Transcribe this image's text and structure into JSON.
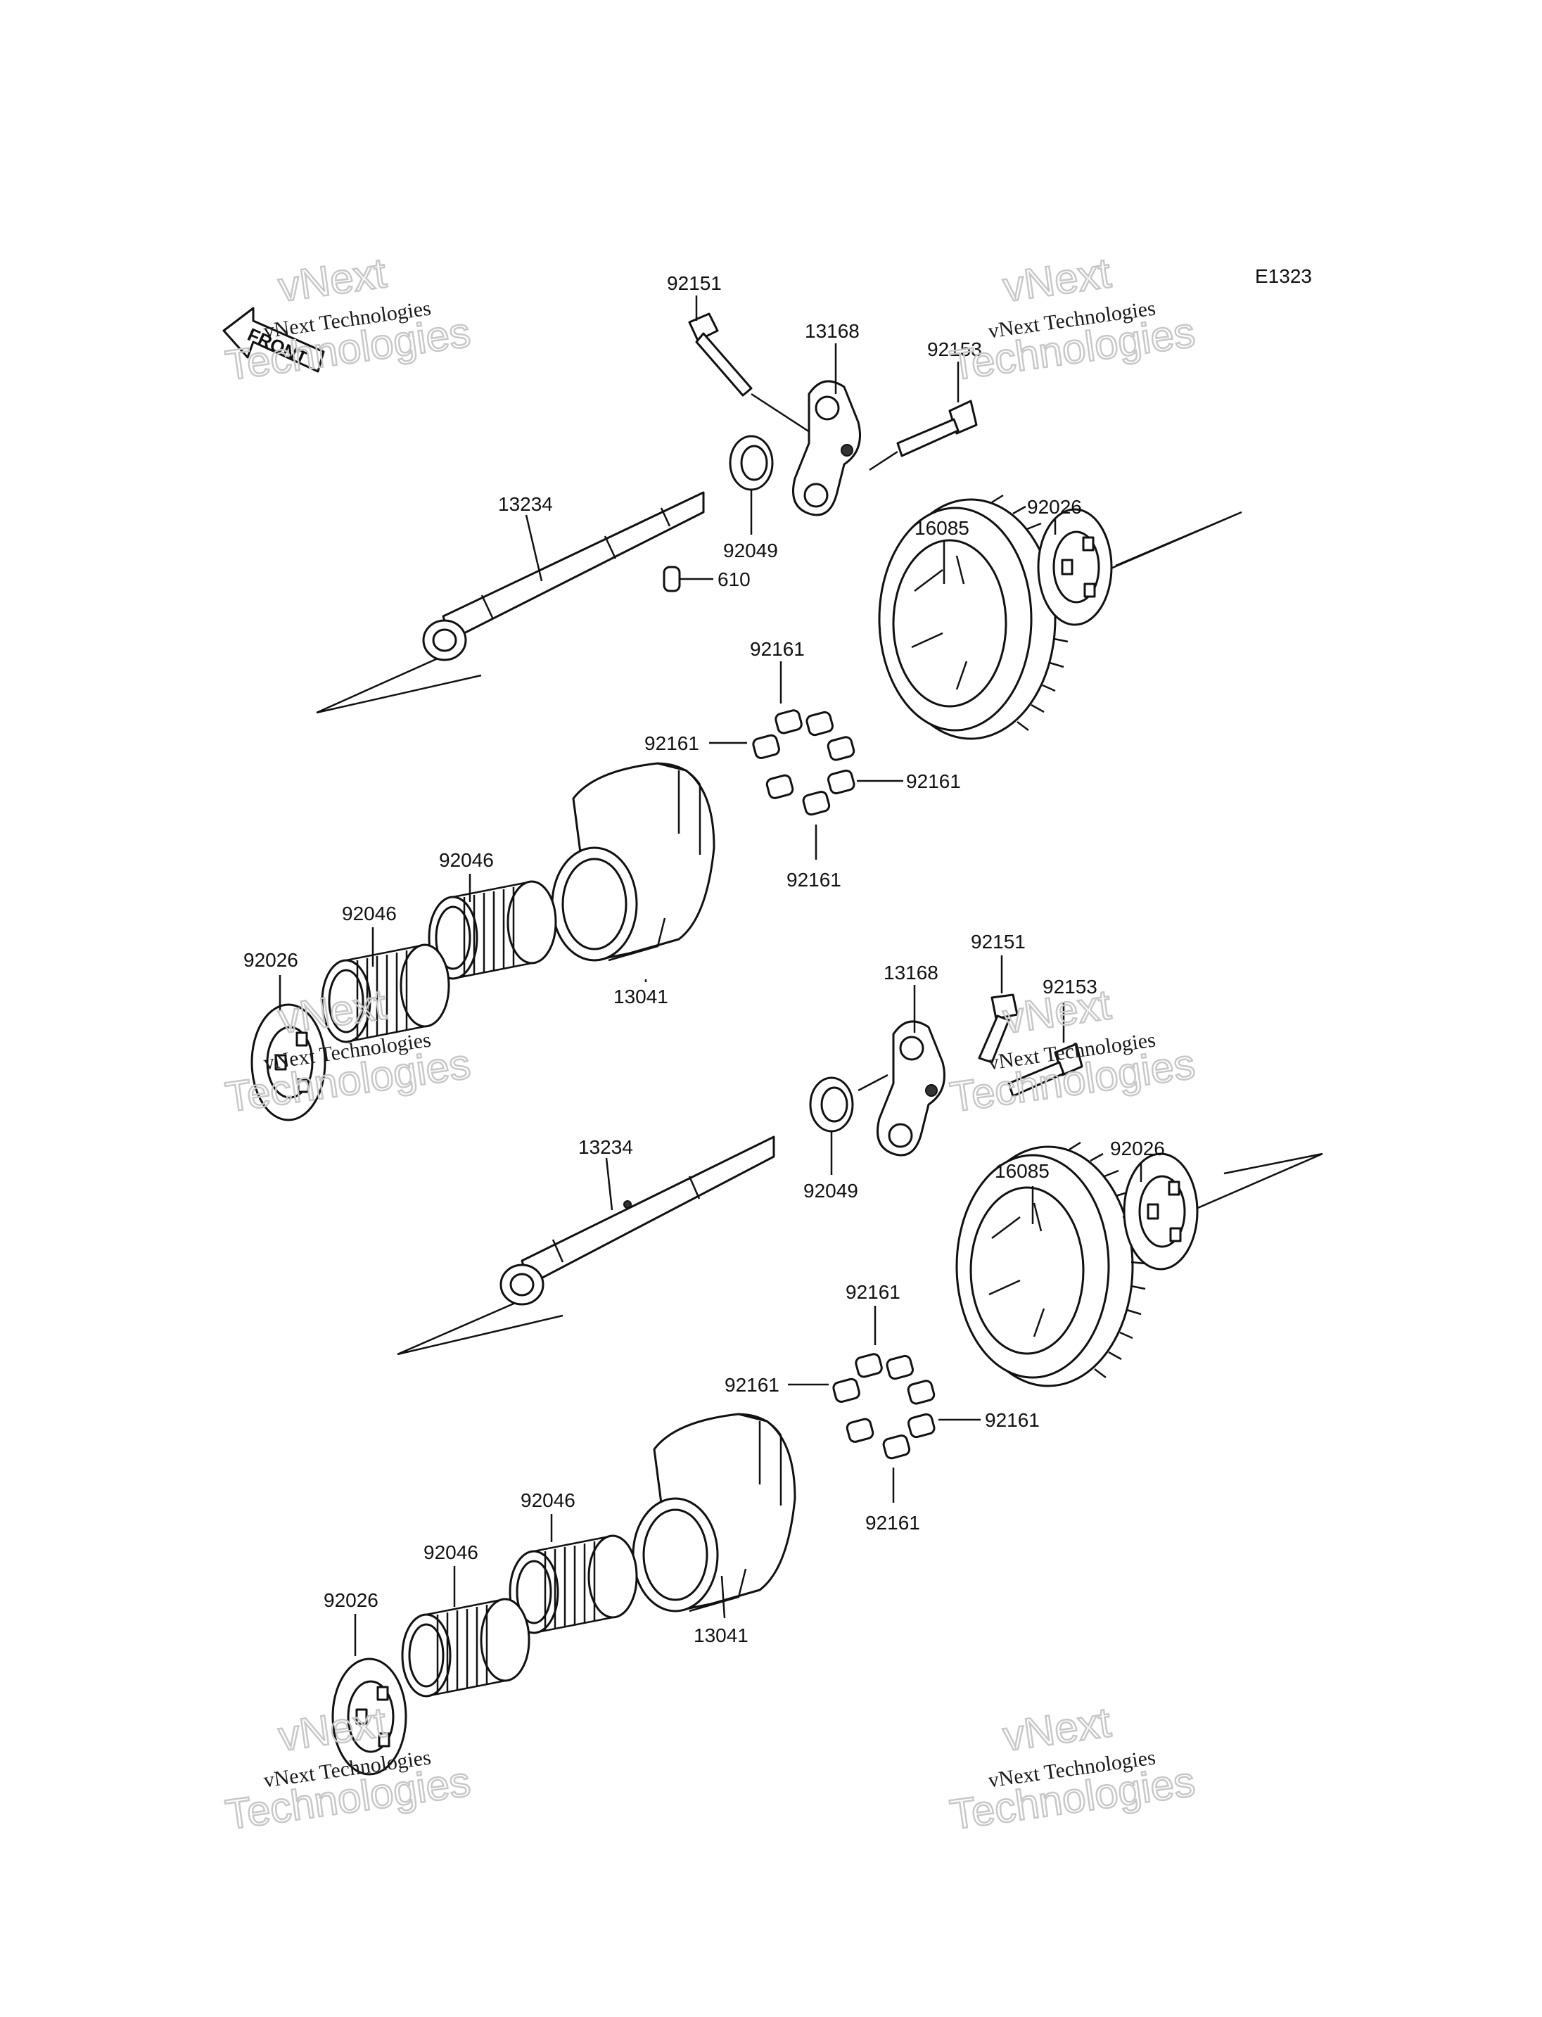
{
  "diagram_code": "E1323",
  "front_label": "FRONT",
  "watermarks": [
    {
      "line1": "vNext Technologies",
      "line2": "vNext",
      "line3": "Technologies"
    },
    {
      "line1": "vNext Technologies",
      "line2": "vNext",
      "line3": "Technologies"
    },
    {
      "line1": "vNext Technologies",
      "line2": "vNext",
      "line3": "Technologies"
    },
    {
      "line1": "vNext Technologies",
      "line2": "vNext",
      "line3": "Technologies"
    },
    {
      "line1": "vNext Technologies",
      "line2": "vNext",
      "line3": "Technologies"
    },
    {
      "line1": "vNext Technologies",
      "line2": "vNext",
      "line3": "Technologies"
    }
  ],
  "upper": {
    "labels": [
      "92151",
      "13168",
      "92153",
      "13234",
      "92049",
      "610",
      "16085",
      "92026",
      "92161",
      "92161",
      "92161",
      "92161",
      "92046",
      "92046",
      "92026",
      "13041"
    ]
  },
  "lower": {
    "labels": [
      "13168",
      "92151",
      "92153",
      "13234",
      "92049",
      "16085",
      "92026",
      "92161",
      "92161",
      "92161",
      "92161",
      "92046",
      "92046",
      "92026",
      "13041"
    ]
  }
}
